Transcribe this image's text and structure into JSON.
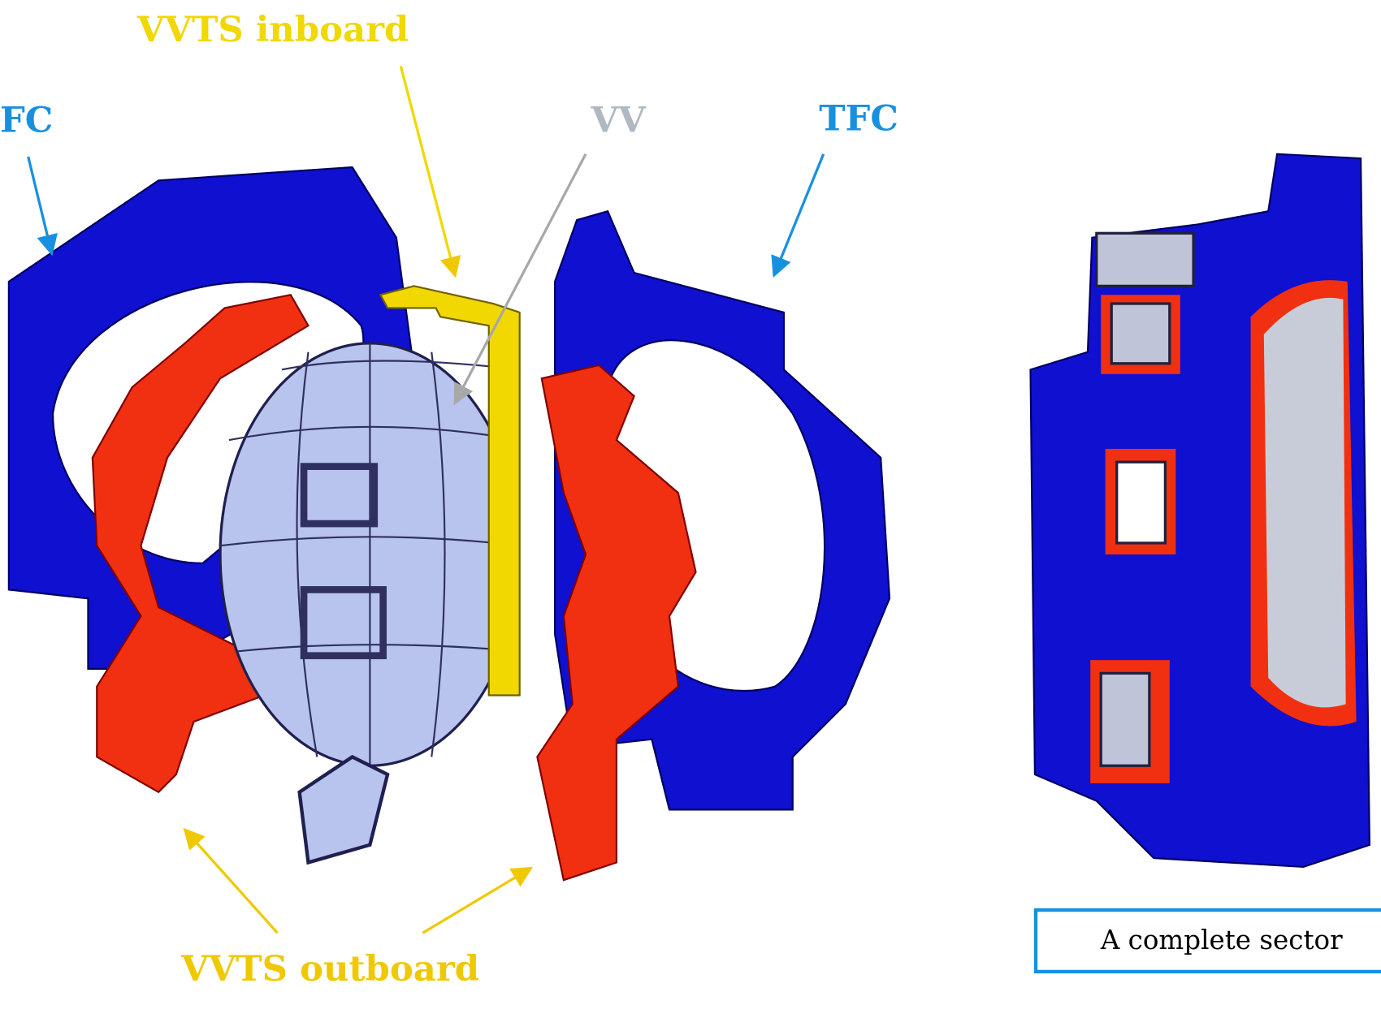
{
  "labels": {
    "vvts_inboard": "VVTS inboard",
    "fc": "FC",
    "vv": "VV",
    "tfc": "TFC",
    "vvts_outboard": "VVTS outboard",
    "complete_sector": "A complete sector"
  },
  "colors": {
    "coil_blue": "#1010d0",
    "vessel": "#b8c4ee",
    "thermal_shield_red": "#f03010",
    "inboard_yellow": "#f0d800",
    "label_blue": "#1890e0",
    "label_yellow": "#f0c800",
    "label_gray": "#b0b8c0"
  }
}
